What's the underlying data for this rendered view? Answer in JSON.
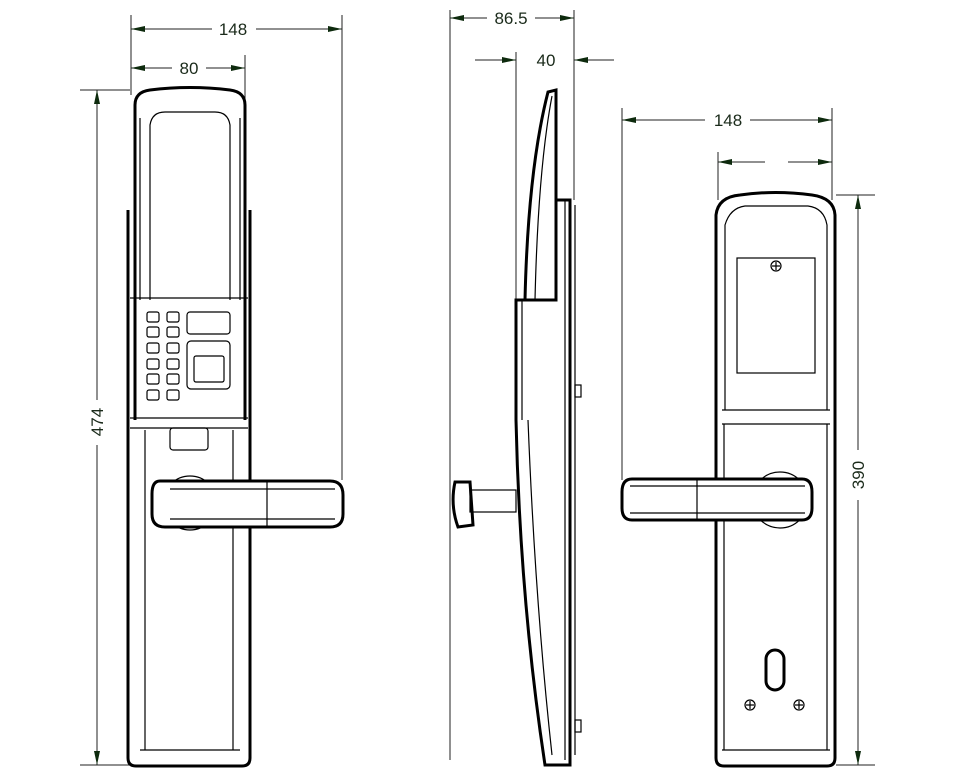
{
  "title": "Fingerprint door lock dimension drawing",
  "front_view": {
    "width_label": "148",
    "panel_width_label": "80",
    "height_label": "474",
    "keypad_keys": 12
  },
  "side_view": {
    "depth_label": "86.5",
    "body_depth_label": "40"
  },
  "back_view": {
    "width_label": "148",
    "height_label": "390"
  },
  "colors": {
    "line": "#000000",
    "dimension_text": "#1a2a1a",
    "arrow": "#0d2a0d"
  }
}
